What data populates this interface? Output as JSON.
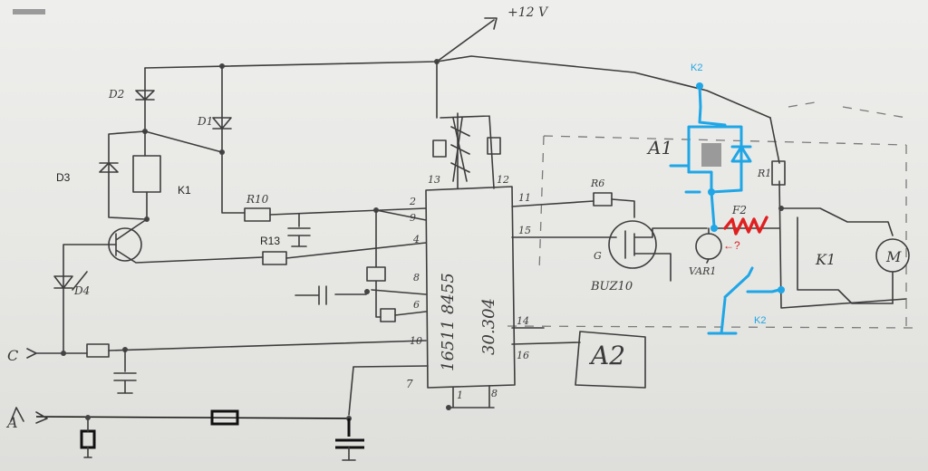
{
  "labels": {
    "supply": "+12 V",
    "d2": "D2",
    "d1": "D1",
    "d3": "D3",
    "k1_coil": "K1",
    "r10": "R10",
    "r13": "R13",
    "d4": "D4",
    "c_input": "C",
    "a_input": "A",
    "ic_pin2": "2",
    "ic_pin9": "9",
    "ic_pin4": "4",
    "ic_pin8": "8",
    "ic_pin6": "6",
    "ic_pin10": "10",
    "ic_pin13": "13",
    "ic_pin12": "12",
    "ic_pin11": "11",
    "ic_pin15": "15",
    "ic_pin14": "14",
    "ic_pin16": "16",
    "ic_pin1": "1",
    "ic_pin8b": "8",
    "ic_part_line1": "16511 8455",
    "ic_part_line2": "30.304",
    "pin7": "7",
    "r6": "R6",
    "g": "G",
    "buz10": "BUZ10",
    "var1": "VAR1",
    "a1": "A1",
    "a2": "A2",
    "f2": "F2",
    "r1": "R1",
    "k1_relay": "K1",
    "motor": "M",
    "k2_top": "K2",
    "k2_bottom": "K2",
    "question": "←?"
  },
  "colors": {
    "pencil": "#3d3d3d",
    "annotation_blue": "#1fa6e6",
    "annotation_red": "#e02020",
    "annotation_black": "#111111"
  }
}
